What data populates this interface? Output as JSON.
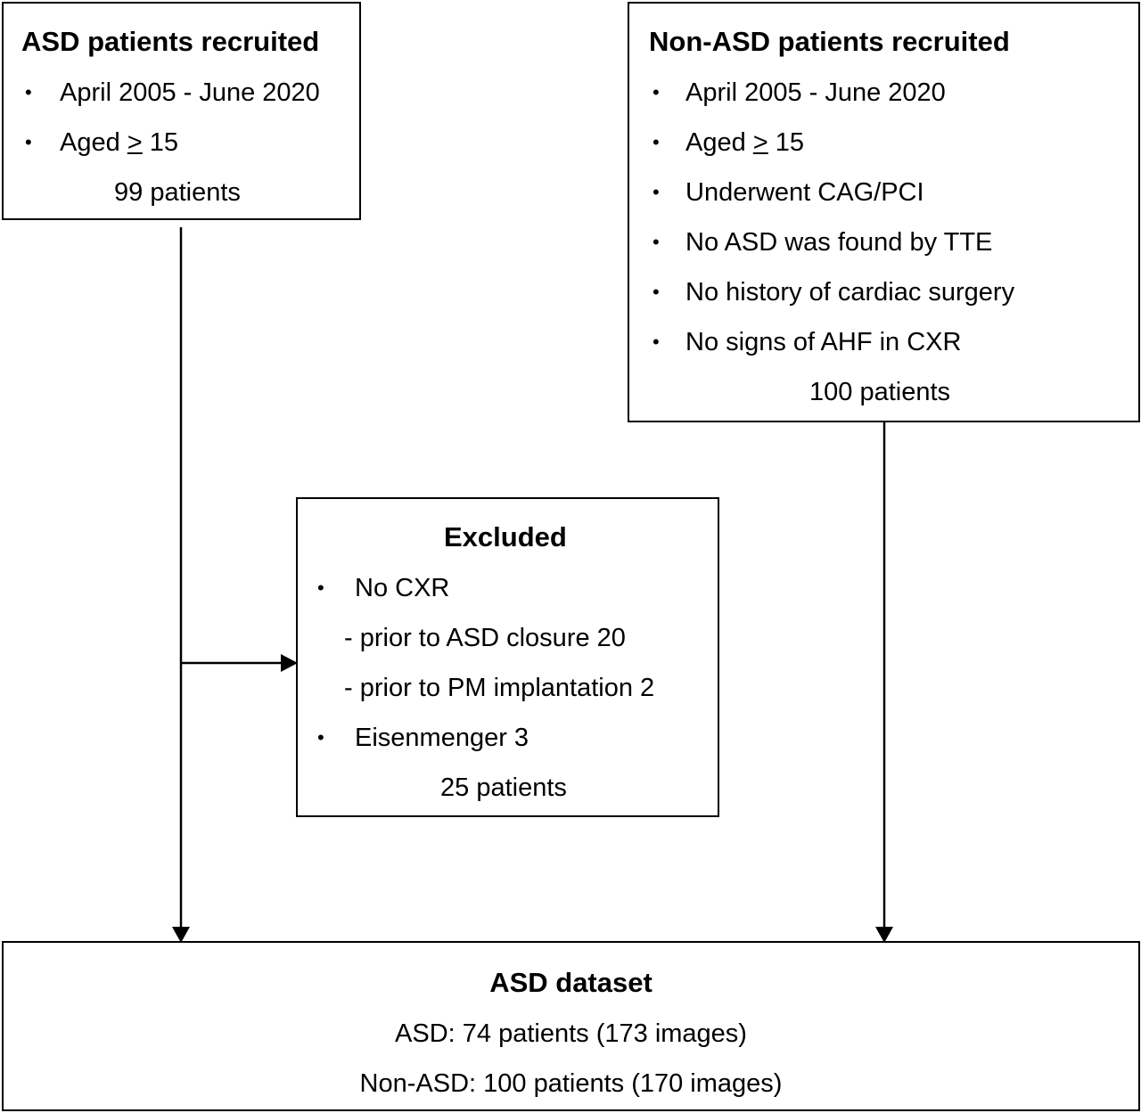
{
  "asd_box": {
    "title": "ASD patients recruited",
    "bullet_char": "•",
    "items": [
      {
        "text": "April 2005 - June 2020"
      },
      {
        "pre": "Aged ",
        "ge": ">",
        "post": " 15"
      }
    ],
    "count": "99 patients"
  },
  "non_asd_box": {
    "title": "Non-ASD patients recruited",
    "bullet_char": "•",
    "items": [
      {
        "text": "April 2005 - June 2020"
      },
      {
        "pre": "Aged ",
        "ge": ">",
        "post": " 15"
      },
      {
        "text": "Underwent CAG/PCI"
      },
      {
        "text": "No ASD was found by TTE"
      },
      {
        "text": "No history of cardiac surgery"
      },
      {
        "text": "No signs of AHF in CXR"
      }
    ],
    "count": "100 patients"
  },
  "excluded_box": {
    "title": "Excluded",
    "bullet_char": "•",
    "item1": "No CXR",
    "sub1": "- prior to ASD closure 20",
    "sub2": "- prior to PM implantation 2",
    "item2": "Eisenmenger 3",
    "count": "25 patients"
  },
  "dataset_box": {
    "title": "ASD dataset",
    "asd_line": "ASD: 74 patients (173 images)",
    "non_asd_line": "Non-ASD: 100 patients (170 images)"
  }
}
